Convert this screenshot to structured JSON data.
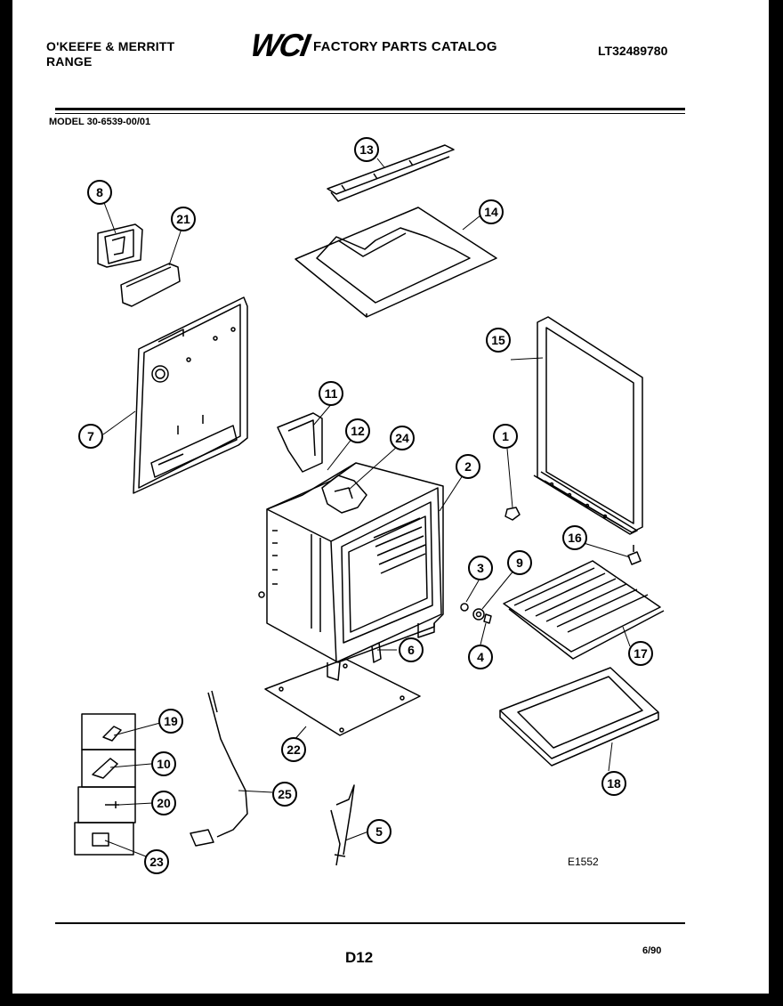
{
  "header": {
    "brand_line1": "O'KEEFE & MERRITT",
    "brand_line2": "RANGE",
    "logo_text": "WCI",
    "catalog_title": "FACTORY PARTS CATALOG",
    "catalog_number": "LT32489780"
  },
  "model_label": "MODEL 30-6539-00/01",
  "diagram_ref": "E1552",
  "footer": {
    "page": "D12",
    "date": "6/90"
  },
  "callouts": [
    "1",
    "2",
    "3",
    "4",
    "5",
    "6",
    "7",
    "8",
    "9",
    "10",
    "11",
    "12",
    "13",
    "14",
    "15",
    "16",
    "17",
    "18",
    "19",
    "20",
    "21",
    "22",
    "23",
    "24",
    "25"
  ]
}
